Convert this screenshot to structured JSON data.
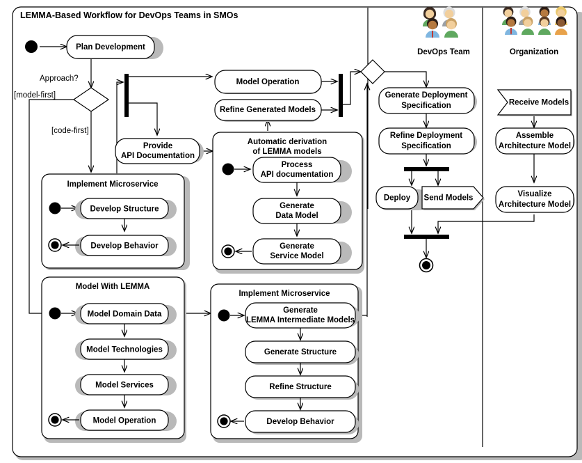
{
  "frame": {
    "title": "LEMMA-Based Workflow for DevOps Teams in SMOs"
  },
  "lanes": [
    {
      "id": "devops",
      "label": "DevOps Team",
      "icon": "people-group-icon",
      "avatars": 4
    },
    {
      "id": "organization",
      "label": "Organization",
      "icon": "people-group-icon",
      "avatars": 8
    }
  ],
  "guards": [
    {
      "id": "approach",
      "label": "Approach?"
    },
    {
      "id": "model-first",
      "label": "[model-first]"
    },
    {
      "id": "code-first",
      "label": "[code-first]"
    }
  ],
  "nodes": {
    "plan_development": "Plan Development",
    "model_operation_top": "Model Operation",
    "refine_generated_models": "Refine Generated Models",
    "provide_api_documentation": "Provide\nAPI Documentation",
    "process_api_documentation": "Process\nAPI documentation",
    "generate_data_model": "Generate\nData Model",
    "generate_service_model": "Generate\nService Model",
    "develop_structure": "Develop Structure",
    "develop_behavior_top": "Develop Behavior",
    "model_domain_data": "Model Domain Data",
    "model_technologies": "Model Technologies",
    "model_services": "Model Services",
    "model_operation_bottom": "Model Operation",
    "generate_lemma_intermediate_models": "Generate\nLEMMA Intermediate Models",
    "generate_structure": "Generate Structure",
    "refine_structure": "Refine Structure",
    "develop_behavior_bottom": "Develop Behavior",
    "generate_deployment_specification": "Generate Deployment\nSpecification",
    "refine_deployment_specification": "Refine Deployment\nSpecification",
    "deploy": "Deploy",
    "send_models": "Send Models",
    "receive_models": "Receive Models",
    "assemble_architecture_model": "Assemble\nArchitecture Model",
    "visualize_architecture_model": "Visualize\nArchitecture Model"
  },
  "groups": {
    "implement_microservice_top": "Implement Microservice",
    "automatic_derivation": "Automatic derivation\nof LEMMA models",
    "model_with_lemma": "Model With LEMMA",
    "implement_microservice_bottom": "Implement Microservice"
  },
  "markers": {
    "initial": "initial-node",
    "final": "final-node",
    "fork": "fork-bar",
    "join": "join-bar",
    "decision": "decision-diamond",
    "merge": "merge-diamond",
    "signal_send": "send-signal-shape",
    "signal_receive": "receive-signal-shape"
  },
  "colors": {
    "line": "#000000",
    "fill": "#ffffff",
    "shadow": "#b9b9b9",
    "text": "#000000"
  }
}
